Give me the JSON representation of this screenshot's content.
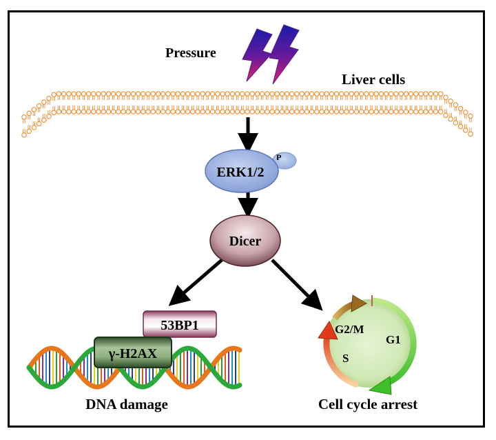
{
  "labels": {
    "stimulus": "Pressure",
    "cell": "Liver cells",
    "kinase": "ERK1/2",
    "phospho": "P",
    "enzyme": "Dicer",
    "repair_protein": "53BP1",
    "histone": "γ-H2AX",
    "outcome_left": "DNA damage",
    "outcome_right": "Cell cycle arrest",
    "phase_g2m": "G2/M",
    "phase_g1": "G1",
    "phase_s": "S"
  },
  "icons": {
    "stimulus": "lightning-bolt-icon",
    "membrane": "lipid-bilayer-icon",
    "dna": "dna-helix-icon",
    "cycle": "cell-cycle-icon"
  },
  "colors": {
    "membrane": "#f08a2a",
    "erk": "#8ea6dc",
    "dicer_light": "#f3e3e6",
    "dicer_dark": "#5a2a33",
    "bp1_light": "#ffffff",
    "bp1_dark": "#8c3a5c",
    "h2ax_light": "#a8c49a",
    "h2ax_dark": "#2d4a28",
    "cycle_fill": "#d8ecc2",
    "bolt_top": "#1a1aa8",
    "bolt_bottom": "#e0206a"
  }
}
